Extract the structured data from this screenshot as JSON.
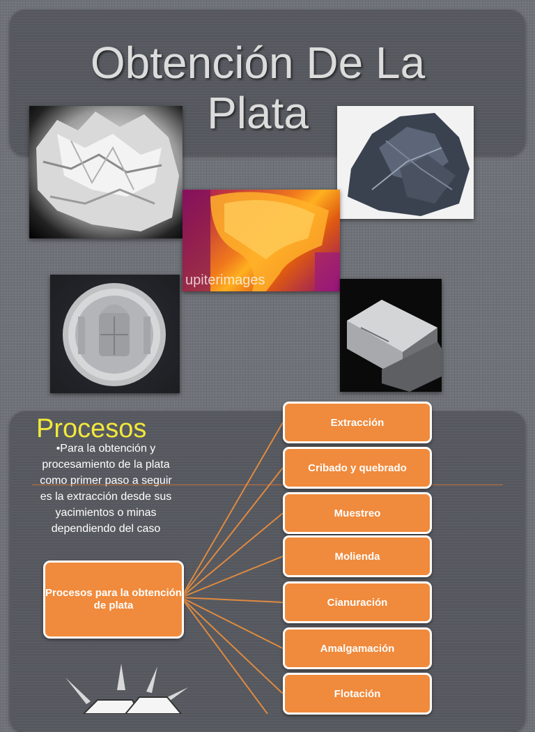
{
  "title": "Obtención De La Plata",
  "images": {
    "nugget": "silver-nugget",
    "ore": "silver-ore",
    "molten": "molten-metal",
    "coin": "silver-coin",
    "bar": "silver-bar",
    "watermark": "upiterimages"
  },
  "procesos": {
    "heading": "Procesos",
    "text": "•Para la obtención y procesamiento de la plata como primer paso a seguir es la extracción desde sus yacimientos o minas dependiendo del caso"
  },
  "diagram": {
    "center": "Procesos para la obtención de plata",
    "steps": [
      "Extracción",
      "Cribado y quebrado",
      "Muestreo",
      "Molienda",
      "Cianuración",
      "Amalgamación",
      "Flotación"
    ]
  },
  "colors": {
    "accent": "#f08a3c",
    "heading": "#f2e83c",
    "connector": "#e08a40"
  }
}
